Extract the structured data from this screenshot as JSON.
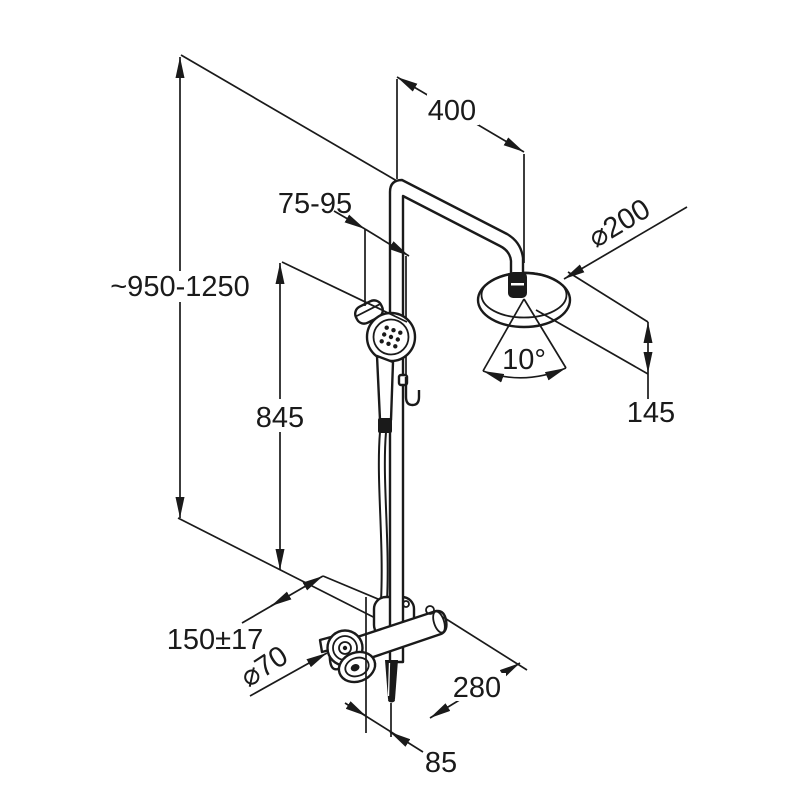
{
  "drawing": {
    "type": "technical-dimension-drawing",
    "subject": "shower-system",
    "colors": {
      "line": "#1a1a1a",
      "background": "#ffffff"
    },
    "labels": {
      "height_range": "~950-1250",
      "arm_length": "400",
      "holder_range": "75-95",
      "head_diameter": "⌀200",
      "spray_angle": "10°",
      "head_offset": "145",
      "rail_length": "845",
      "connection_spacing": "150±17",
      "rosette_diameter": "⌀70",
      "outlet_distance": "280",
      "hose_offset": "85"
    }
  }
}
